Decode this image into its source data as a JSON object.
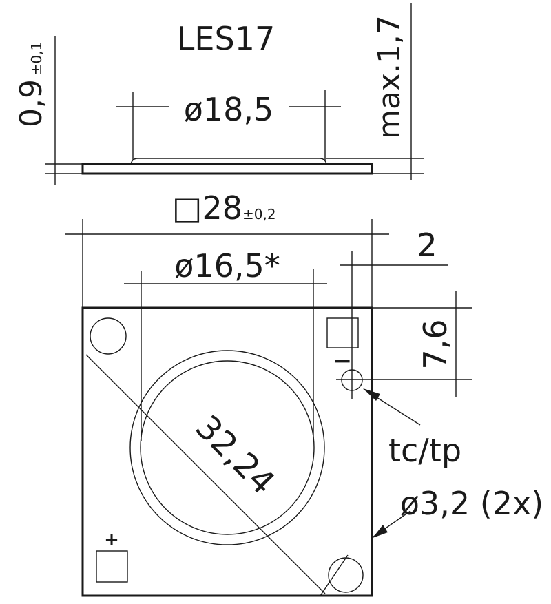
{
  "title": "LES17",
  "side_view": {
    "lens_diameter": "ø18,5",
    "height_max": "max.1,7",
    "thickness": "0,9",
    "thickness_tolerance": "±0,1"
  },
  "top_view": {
    "square_symbol": "□",
    "size": "28",
    "size_tolerance": "±0,2",
    "emitting_diameter": "ø16,5*",
    "diagonal": "32,24",
    "offset_x": "2",
    "offset_y": "7,6",
    "minus_label": "−",
    "plus_label": "+",
    "tc_label": "tc/tp",
    "hole_label": "ø3,2 (2x)"
  },
  "colors": {
    "line": "#1a1a1a",
    "background": "#ffffff"
  }
}
